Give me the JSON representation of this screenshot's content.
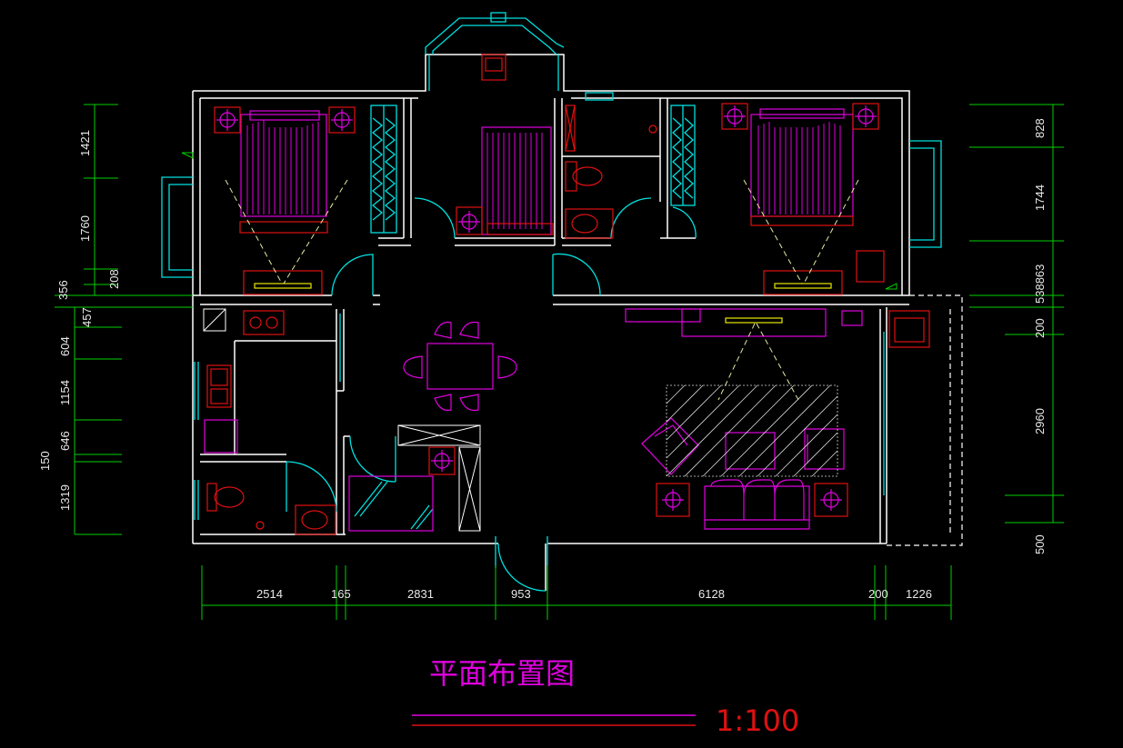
{
  "drawing": {
    "title": "平面布置图",
    "scale": "1:100"
  },
  "dimensions": {
    "bottom": [
      "2514",
      "165",
      "2831",
      "953",
      "6128",
      "200",
      "1226"
    ],
    "left_upper": [
      "1421",
      "1760",
      "208",
      "356"
    ],
    "left_lower": [
      "457",
      "604",
      "1154",
      "646",
      "150",
      "1319"
    ],
    "right": [
      "828",
      "1744",
      "538863",
      "200",
      "2960",
      "500"
    ]
  },
  "colors": {
    "wall": "#ffffff",
    "furniture": "#e000e0",
    "fixture": "#e01010",
    "glass": "#00e0e0",
    "dimension": "#00d000",
    "hatch": "#e8e8e8",
    "text": "#e8e8e8"
  }
}
